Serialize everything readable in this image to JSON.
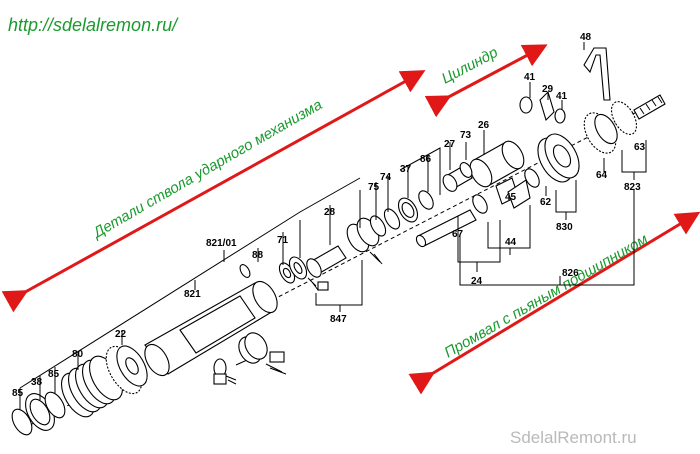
{
  "site_url_top": "http://sdelalremon.ru/",
  "watermark": "SdelalRemont.ru",
  "annotations": {
    "barrel_parts": "Детали ствола ударного механизма",
    "cylinder": "Цилиндр",
    "bearing": "Промвал с пьяным подшипником"
  },
  "colors": {
    "annotation_text": "#1a9a2e",
    "arrow": "#e01818",
    "url": "#1a9a2e"
  },
  "labels": {
    "l48": "48",
    "l41a": "41",
    "l29": "29",
    "l41b": "41",
    "l73": "73",
    "l26": "26",
    "l27": "27",
    "l86": "86",
    "l37": "37",
    "l74": "74",
    "l75": "75",
    "l28": "28",
    "l71": "71",
    "l88": "88",
    "l821_01": "821/01",
    "l821": "821",
    "l847": "847",
    "l22": "22",
    "l80": "80",
    "l85a": "85",
    "l38": "38",
    "l85b": "85",
    "l63": "63",
    "l64": "64",
    "l823": "823",
    "l62": "62",
    "l830": "830",
    "l45": "45",
    "l44": "44",
    "l67": "67",
    "l24": "24",
    "l826": "826"
  }
}
